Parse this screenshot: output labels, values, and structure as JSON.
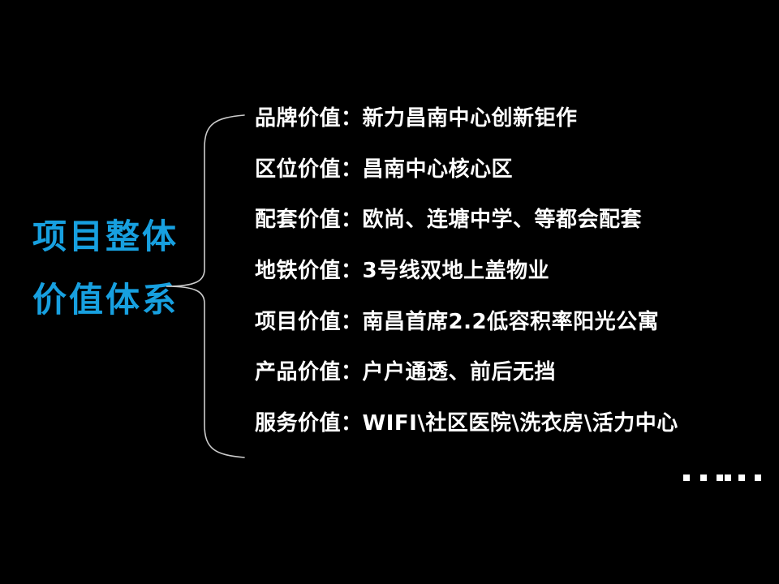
{
  "title": {
    "line1": "项目整体",
    "line2": "价值体系"
  },
  "separator": "：",
  "items": [
    {
      "label": "品牌价值",
      "value": "新力昌南中心创新钜作"
    },
    {
      "label": "区位价值",
      "value": "昌南中心核心区"
    },
    {
      "label": "配套价值",
      "value": "欧尚、连塘中学、等都会配套"
    },
    {
      "label": "地铁价值",
      "value": "3号线双地上盖物业"
    },
    {
      "label": "项目价值",
      "value": "南昌首席2.2低容积率阳光公寓"
    },
    {
      "label": "产品价值",
      "value": "户户通透、前后无挡"
    },
    {
      "label": "服务价值",
      "value": "WIFI\\社区医院\\洗衣房\\活力中心"
    }
  ],
  "ellipsis": "……",
  "colors": {
    "background": "#000000",
    "text": "#ffffff",
    "title_accent": "#17a0e0",
    "brace": "#cccccc",
    "dots": "#ffffff"
  }
}
